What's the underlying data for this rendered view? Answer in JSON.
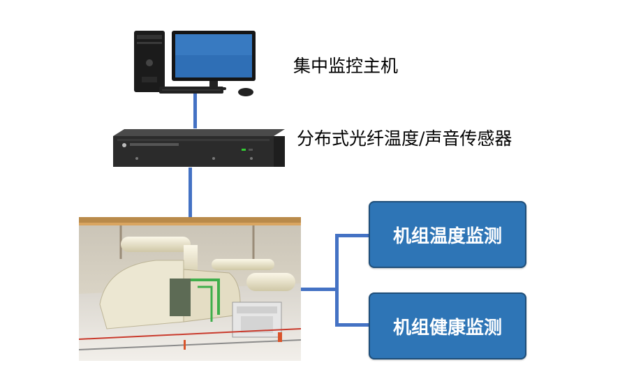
{
  "labels": {
    "host": "集中监控主机",
    "sensor": "分布式光纤温度/声音传感器"
  },
  "boxes": {
    "temperature": "机组温度监测",
    "health": "机组健康监测"
  },
  "colors": {
    "connector": "#4472c4",
    "box_fill": "#2e75b6",
    "box_border": "#1f4e79"
  },
  "icons": [
    "desktop-computer",
    "rack-sensor-unit",
    "turbine-hall-photo"
  ]
}
